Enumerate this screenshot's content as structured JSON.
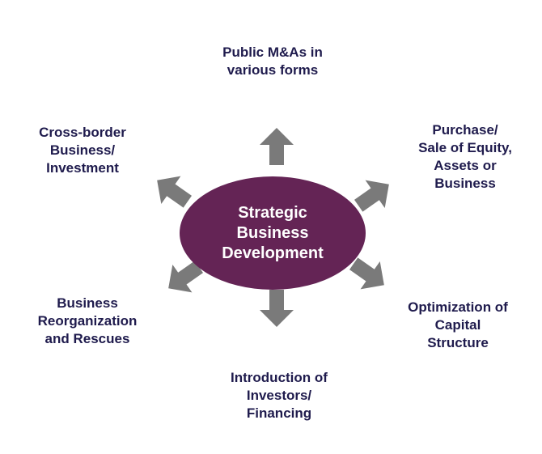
{
  "colors": {
    "center_fill": "#642455",
    "arrow_fill": "#7a7a7a",
    "label_text": "#1f1b4d"
  },
  "center": {
    "text": "Strategic\nBusiness\nDevelopment"
  },
  "nodes": {
    "top": "Public M&As in\nvarious forms",
    "top_right": "Purchase/\nSale of Equity,\nAssets or\nBusiness",
    "right": "Optimization of\nCapital\nStructure",
    "bottom": "Introduction of\nInvestors/\nFinancing",
    "left": "Business\nReorganization\nand Rescues",
    "top_left": "Cross-border\nBusiness/\nInvestment"
  },
  "arrow_icon": "block-arrow-icon"
}
